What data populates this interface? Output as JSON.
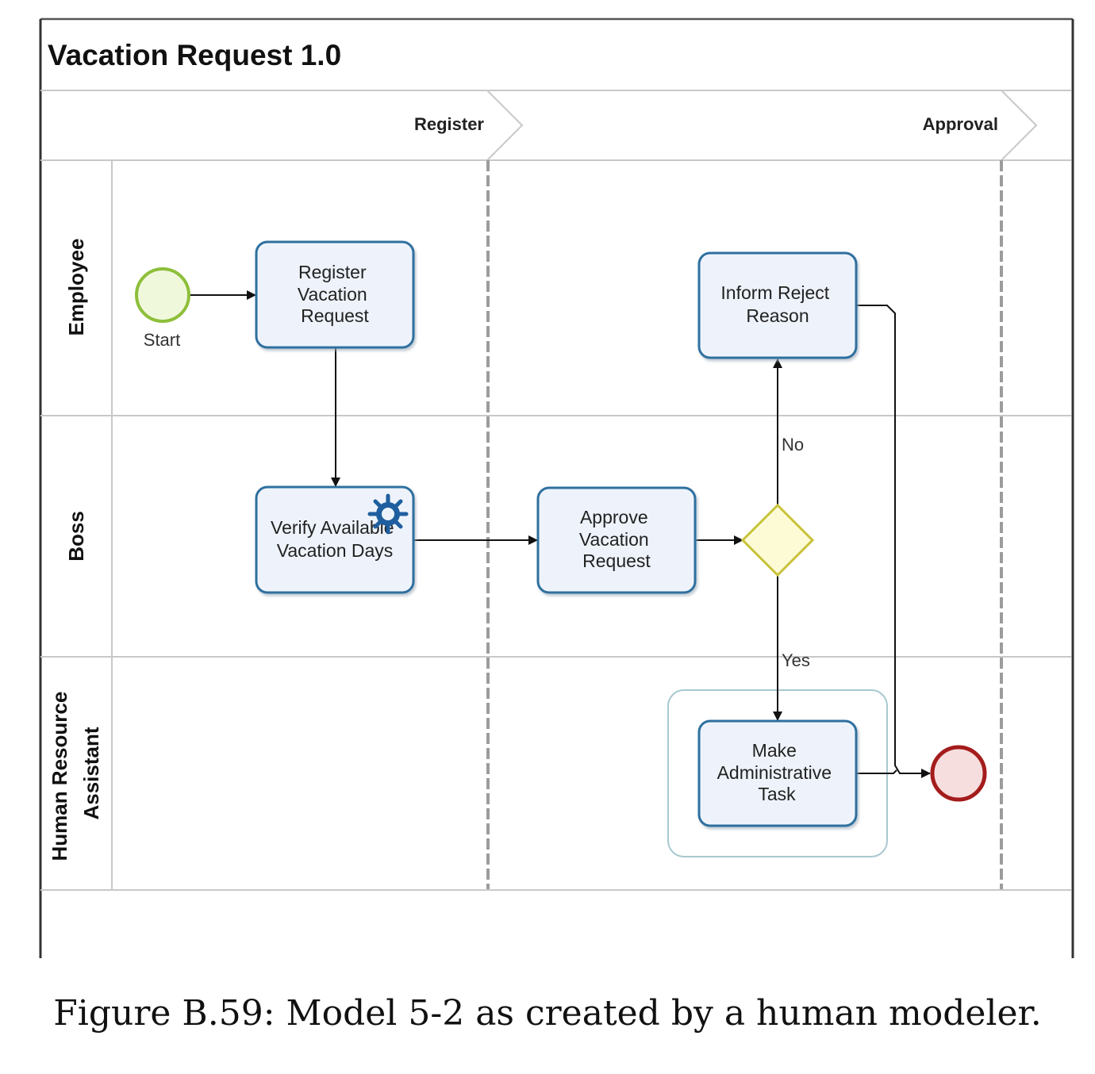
{
  "pool": {
    "title": "Vacation Request 1.0"
  },
  "milestones": [
    {
      "id": "register",
      "label": "Register"
    },
    {
      "id": "approval",
      "label": "Approval"
    }
  ],
  "lanes": [
    {
      "id": "employee",
      "label_lines": [
        "Employee"
      ]
    },
    {
      "id": "boss",
      "label_lines": [
        "Boss"
      ]
    },
    {
      "id": "hr",
      "label_lines": [
        "Human Resource",
        "Assistant"
      ]
    }
  ],
  "events": {
    "start": {
      "label": "Start"
    },
    "end": {
      "label": ""
    }
  },
  "tasks": {
    "register": {
      "lines": [
        "Register",
        "Vacation",
        "Request"
      ]
    },
    "verify": {
      "lines": [
        "Verify Available",
        "Vacation Days"
      ],
      "type_icon": "gear-icon"
    },
    "approve": {
      "lines": [
        "Approve",
        "Vacation",
        "Request"
      ]
    },
    "inform": {
      "lines": [
        "Inform Reject",
        "Reason"
      ]
    },
    "admin": {
      "lines": [
        "Make",
        "Administrative",
        "Task"
      ]
    }
  },
  "flows": {
    "no_label": "No",
    "yes_label": "Yes"
  },
  "colors": {
    "task_border": "#2f6f9f",
    "task_fill": "#eef3fb",
    "start_stroke": "#8dbf3a",
    "start_fill": "#f0f8dc",
    "end_stroke": "#a41c1c",
    "end_fill": "#f7dede",
    "gateway_stroke": "#c8c23a",
    "gateway_fill": "#fdfbd6",
    "lane_line": "#c8c8c8",
    "milestone_dash": "#9c9c9c",
    "group_border": "#a8c8d0"
  },
  "caption": "Figure B.59: Model 5-2 as created by a human modeler."
}
